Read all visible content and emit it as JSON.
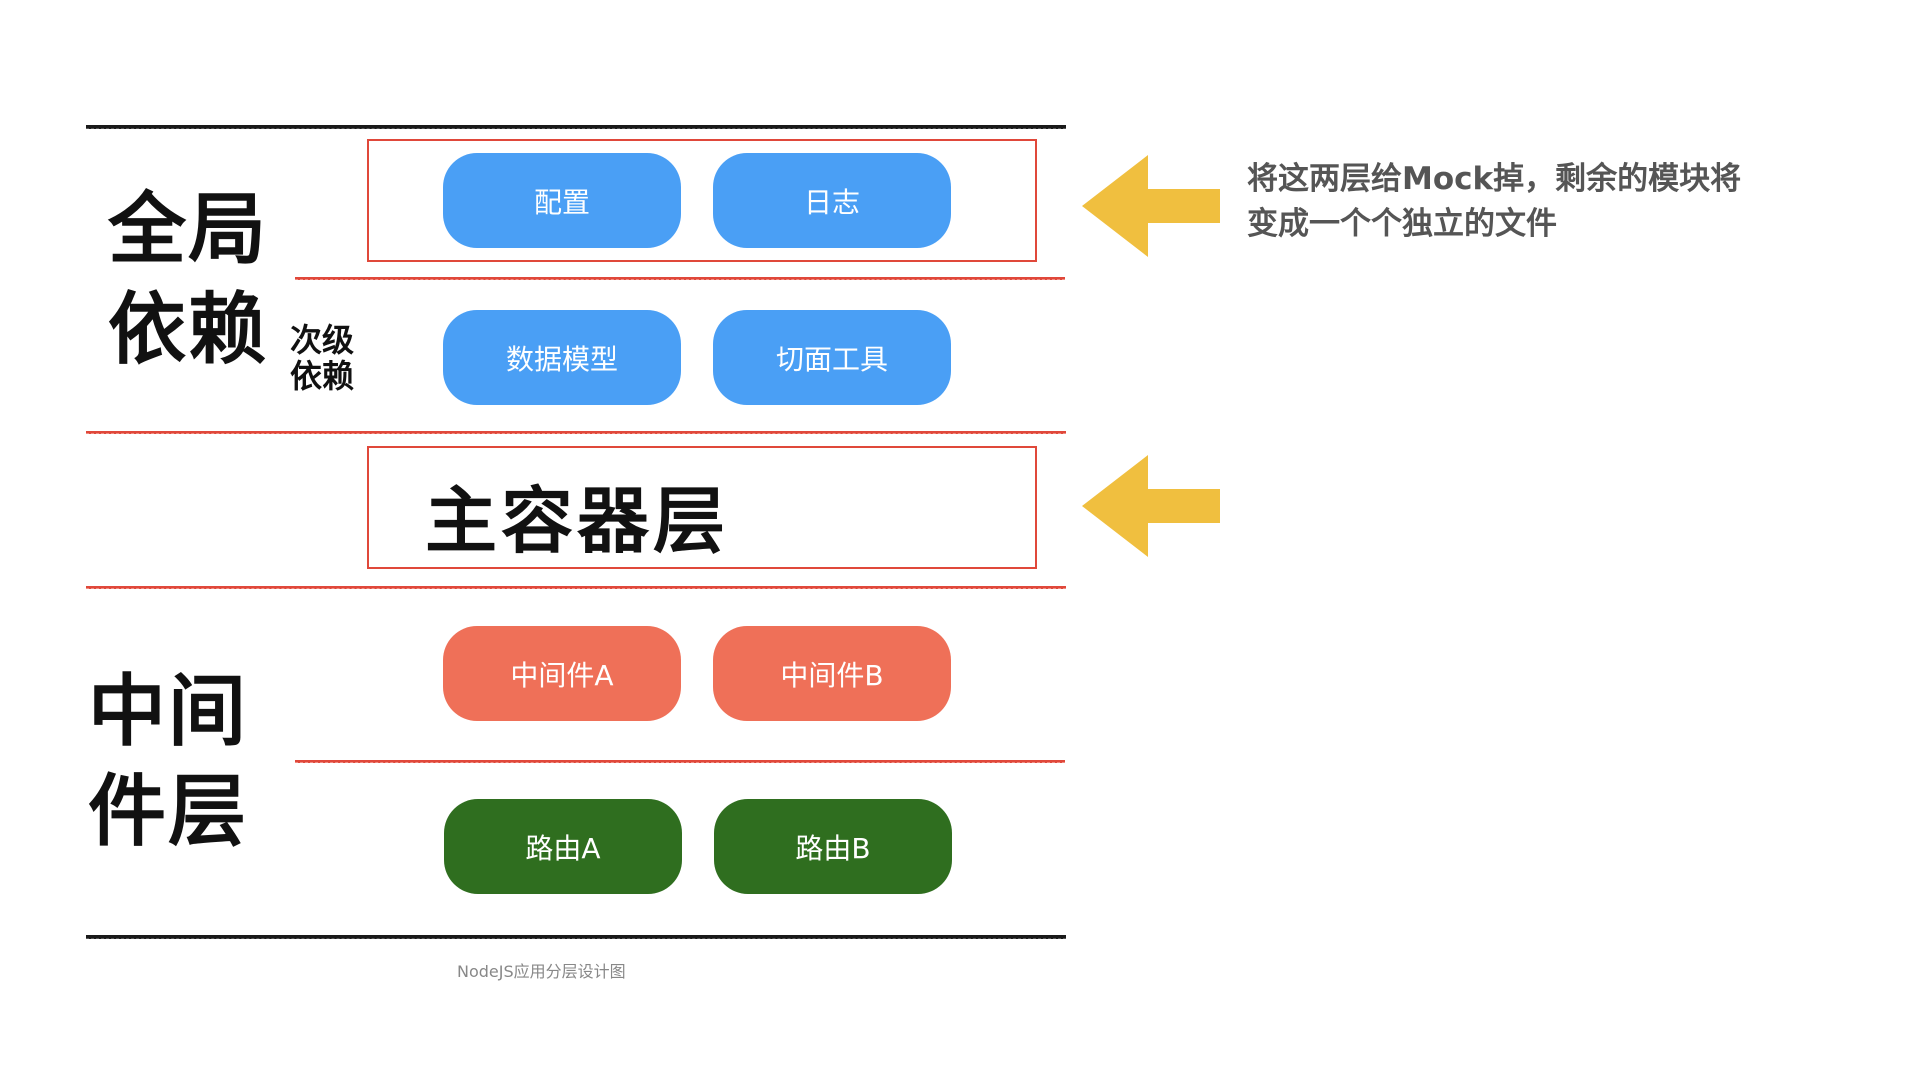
{
  "colors": {
    "blue": "#4a9ff5",
    "salmon": "#ef7058",
    "green": "#2f6e1f",
    "red_line": "#e0483a",
    "arrow": "#f0bf3f"
  },
  "layers": {
    "global_dependency": {
      "label_line1": "全局",
      "label_line2": "依赖",
      "secondary_line1": "次级",
      "secondary_line2": "依赖",
      "top_modules": [
        "配置",
        "日志"
      ],
      "secondary_modules": [
        "数据模型",
        "切面工具"
      ]
    },
    "main_container": {
      "label": "主容器层"
    },
    "middleware": {
      "label_line1": "中间",
      "label_line2": "件层",
      "middleware_modules": [
        "中间件A",
        "中间件B"
      ],
      "route_modules": [
        "路由A",
        "路由B"
      ]
    }
  },
  "note": {
    "line1": "将这两层给Mock掉，剩余的模块将",
    "line2": "变成一个个独立的文件"
  },
  "caption": "NodeJS应用分层设计图",
  "icons": {
    "arrow_top": "left-arrow-icon",
    "arrow_middle": "left-arrow-icon"
  }
}
